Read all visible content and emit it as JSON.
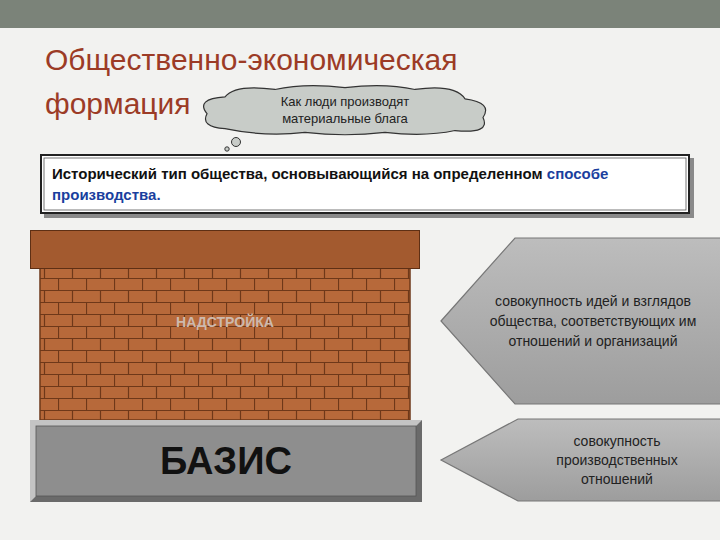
{
  "diagram": {
    "title": "Общественно-экономическая формация",
    "nodes": [
      {
        "text": [
          "Как люди производят материальные блага"
        ]
      },
      {
        "text": [
          "Исторический тип общества, основывающийся на определенном",
          "способе производства."
        ]
      },
      {
        "text": [
          "НАДСТРОЙКА"
        ]
      },
      {
        "text": [
          "совокупность идей и взглядов общества, соответствующих им отношений и организаций"
        ]
      },
      {
        "text": [
          "БАЗИС"
        ]
      },
      {
        "text": [
          "совокупность производственных отношений"
        ]
      }
    ]
  }
}
